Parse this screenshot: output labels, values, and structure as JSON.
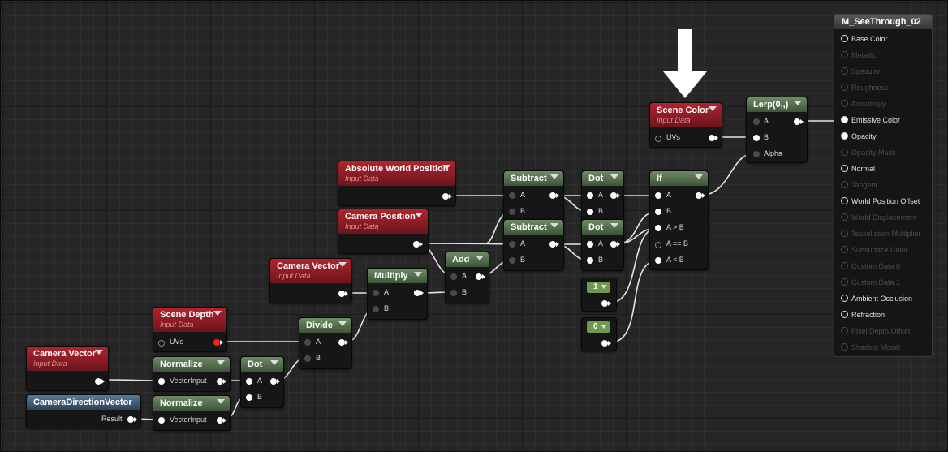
{
  "material_name": "M_SeeThrough_02",
  "result_pins": [
    {
      "label": "Base Color",
      "active": true,
      "connected": false
    },
    {
      "label": "Metallic",
      "active": false
    },
    {
      "label": "Specular",
      "active": false
    },
    {
      "label": "Roughness",
      "active": false
    },
    {
      "label": "Anisotropy",
      "active": false
    },
    {
      "label": "Emissive Color",
      "active": true,
      "connected": true
    },
    {
      "label": "Opacity",
      "active": true,
      "connected": true
    },
    {
      "label": "Opacity Mask",
      "active": false
    },
    {
      "label": "Normal",
      "active": true,
      "connected": false
    },
    {
      "label": "Tangent",
      "active": false
    },
    {
      "label": "World Position Offset",
      "active": true,
      "connected": false
    },
    {
      "label": "World Displacement",
      "active": false
    },
    {
      "label": "Tessellation Multiplier",
      "active": false
    },
    {
      "label": "Subsurface Color",
      "active": false
    },
    {
      "label": "Custom Data 0",
      "active": false
    },
    {
      "label": "Custom Data 1",
      "active": false
    },
    {
      "label": "Ambient Occlusion",
      "active": true,
      "connected": false
    },
    {
      "label": "Refraction",
      "active": true,
      "connected": false
    },
    {
      "label": "Pixel Depth Offset",
      "active": false
    },
    {
      "label": "Shading Model",
      "active": false
    }
  ],
  "nodes": {
    "scene_color": {
      "title": "Scene Color",
      "subtitle": "Input Data",
      "pin": "UVs"
    },
    "lerp": {
      "title": "Lerp(0,,)",
      "pins": [
        "A",
        "B",
        "Alpha"
      ]
    },
    "abs_world_pos": {
      "title": "Absolute World Position",
      "subtitle": "Input Data"
    },
    "camera_position": {
      "title": "Camera Position",
      "subtitle": "Input Data"
    },
    "camera_vector_top": {
      "title": "Camera Vector",
      "subtitle": "Input Data"
    },
    "scene_depth": {
      "title": "Scene Depth",
      "subtitle": "Input Data",
      "pin": "UVs"
    },
    "camera_vector_bottom": {
      "title": "Camera Vector",
      "subtitle": "Input Data"
    },
    "camera_direction_vector": {
      "title": "CameraDirectionVector",
      "pin": "Result"
    },
    "normalize_1": {
      "title": "Normalize",
      "pin": "VectorInput"
    },
    "normalize_2": {
      "title": "Normalize",
      "pin": "VectorInput"
    },
    "dot_bottom": {
      "title": "Dot",
      "pins": [
        "A",
        "B"
      ]
    },
    "divide": {
      "title": "Divide",
      "pins": [
        "A",
        "B"
      ]
    },
    "multiply": {
      "title": "Multiply",
      "pins": [
        "A",
        "B"
      ]
    },
    "add": {
      "title": "Add",
      "pins": [
        "A",
        "B"
      ]
    },
    "subtract_1": {
      "title": "Subtract",
      "pins": [
        "A",
        "B"
      ]
    },
    "subtract_2": {
      "title": "Subtract",
      "pins": [
        "A",
        "B"
      ]
    },
    "dot_1": {
      "title": "Dot",
      "pins": [
        "A",
        "B"
      ]
    },
    "dot_2": {
      "title": "Dot",
      "pins": [
        "A",
        "B"
      ]
    },
    "if": {
      "title": "If",
      "pins": [
        "A",
        "B",
        "A > B",
        "A == B",
        "A < B"
      ]
    },
    "const_1": {
      "value": "1"
    },
    "const_0": {
      "value": "0"
    }
  }
}
